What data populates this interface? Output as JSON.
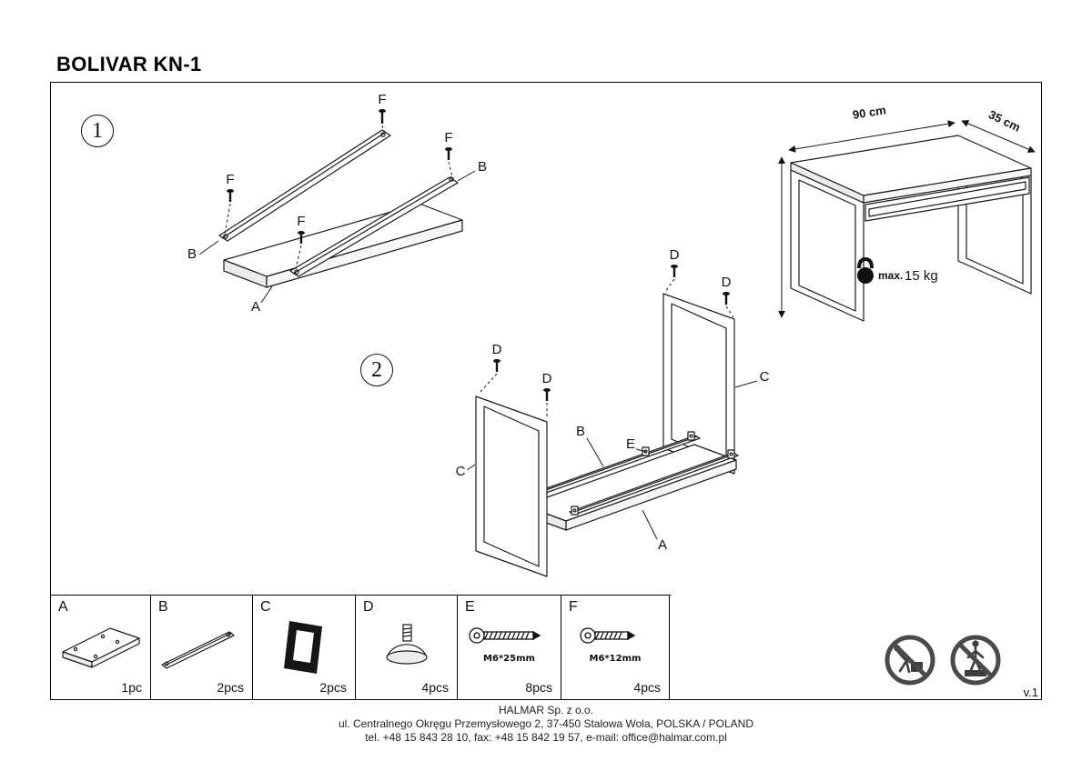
{
  "title": "BOLIVAR KN-1",
  "version": "v.1",
  "step1": {
    "number": "1",
    "labels": {
      "f1": "F",
      "f2": "F",
      "f3": "F",
      "f4": "F",
      "b1": "B",
      "b2": "B",
      "a": "A"
    }
  },
  "step2": {
    "number": "2",
    "labels": {
      "d1": "D",
      "d2": "D",
      "d3": "D",
      "d4": "D",
      "c1": "C",
      "c2": "C",
      "b": "B",
      "e": "E",
      "a": "A"
    }
  },
  "product": {
    "width_label": "90 cm",
    "depth_label": "35 cm",
    "weight_prefix": "max.",
    "weight_value": "15 kg"
  },
  "parts": {
    "a": {
      "letter": "A",
      "qty": "1pc"
    },
    "b": {
      "letter": "B",
      "qty": "2pcs"
    },
    "c": {
      "letter": "C",
      "qty": "2pcs"
    },
    "d": {
      "letter": "D",
      "qty": "4pcs"
    },
    "e": {
      "letter": "E",
      "qty": "8pcs",
      "spec": "M6*25mm"
    },
    "f": {
      "letter": "F",
      "qty": "4pcs",
      "spec": "M6*12mm"
    }
  },
  "footer": {
    "line1": "HALMAR Sp. z o.o.",
    "line2": "ul. Centralnego Okręgu Przemysłowego 2, 37-450 Stalowa Wola, POLSKA / POLAND",
    "line3": "tel. +48 15 843 28 10, fax: +48 15 842 19 57, e-mail: office@halmar.com.pl"
  }
}
